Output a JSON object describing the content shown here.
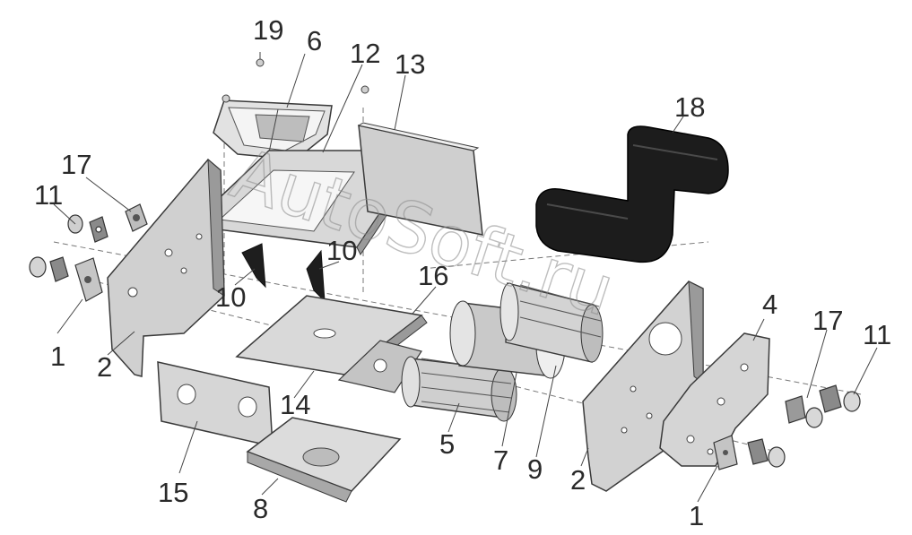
{
  "watermark": "AutoSoft.ru",
  "callouts": {
    "c19": "19",
    "c6": "6",
    "c12": "12",
    "c13": "13",
    "c18": "18",
    "c17_left": "17",
    "c11_left": "11",
    "c1_left": "1",
    "c2_left": "2",
    "c10_left": "10",
    "c10_right": "10",
    "c16": "16",
    "c14": "14",
    "c15": "15",
    "c8": "8",
    "c5": "5",
    "c7": "7",
    "c9": "9",
    "c2_right": "2",
    "c1_right": "1",
    "c4": "4",
    "c17_right": "17",
    "c11_right": "11"
  },
  "colors": {
    "belt": "#1c1c1c",
    "plate": "#d6d6d6",
    "plate_dark": "#9a9a9a",
    "edge": "#3a3a3a"
  }
}
